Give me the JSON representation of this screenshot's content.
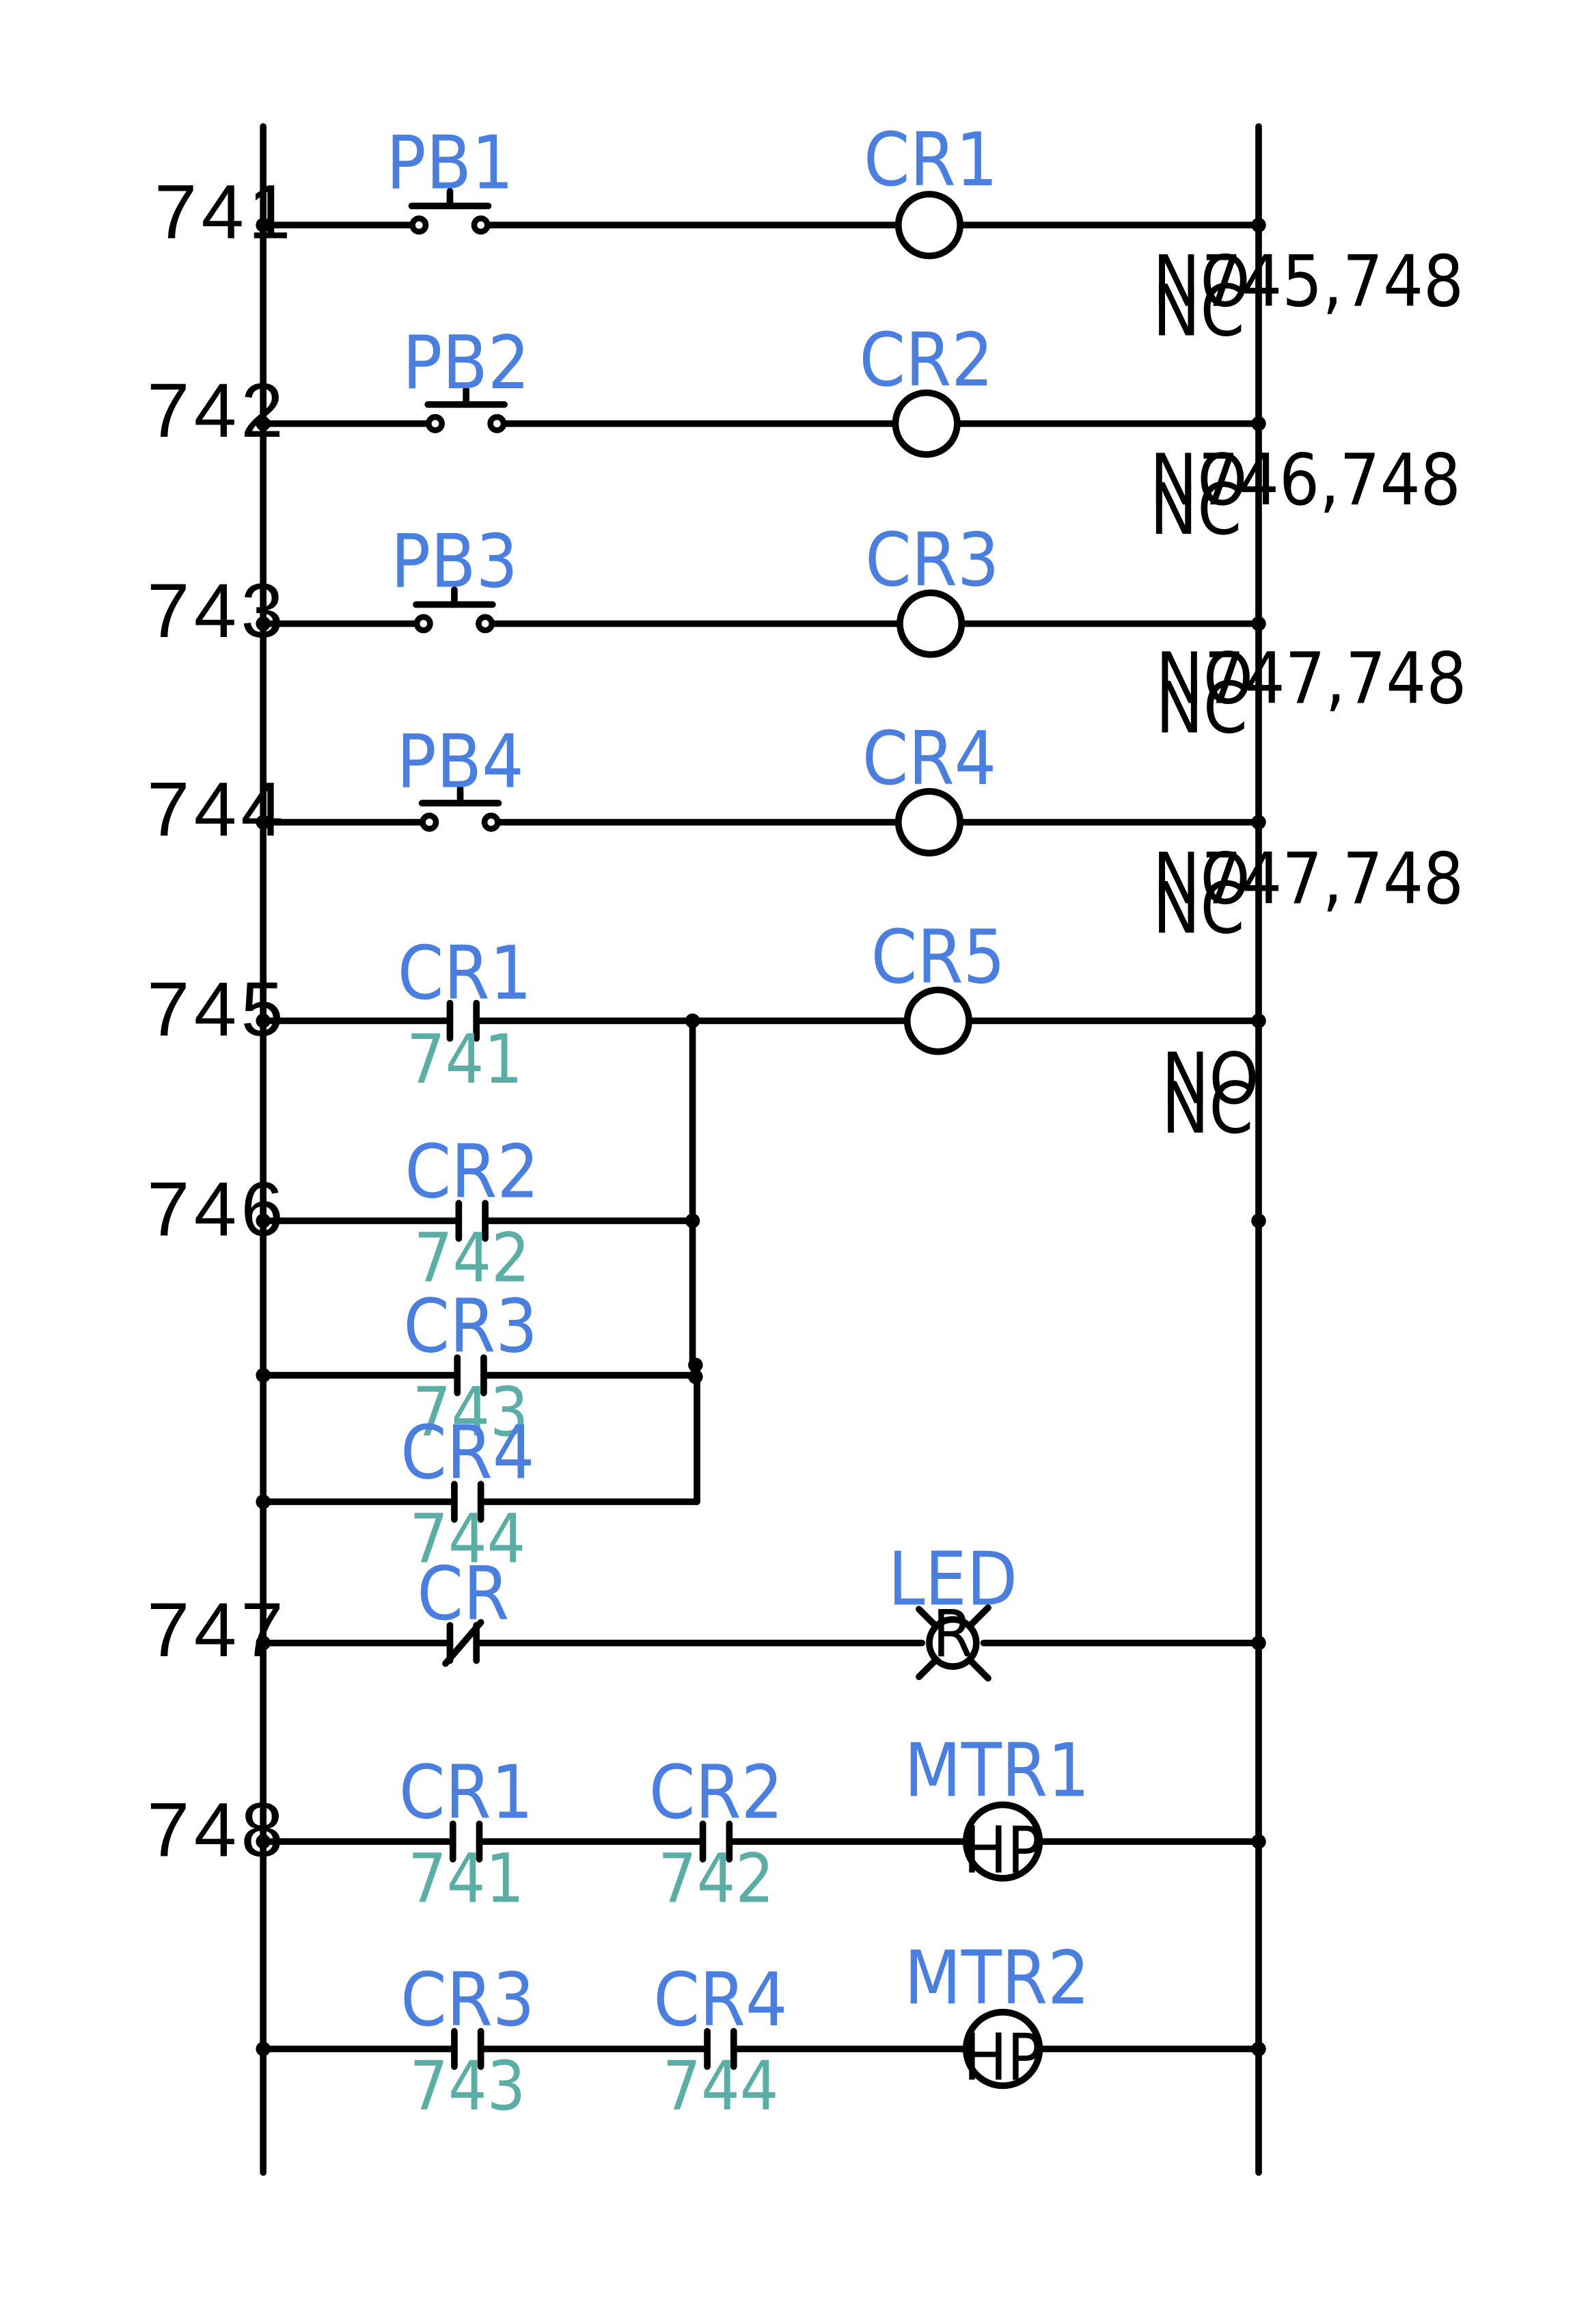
{
  "rungs": [
    {
      "number": "741",
      "device": "PB1",
      "coil": "CR1",
      "no_label": "NO",
      "nc_label": "NC",
      "contacts_ref": "745,748"
    },
    {
      "number": "742",
      "device": "PB2",
      "coil": "CR2",
      "no_label": "NO",
      "nc_label": "NC",
      "contacts_ref": "746,748"
    },
    {
      "number": "743",
      "device": "PB3",
      "coil": "CR3",
      "no_label": "NO",
      "nc_label": "NC",
      "contacts_ref": "747,748"
    },
    {
      "number": "744",
      "device": "PB4",
      "coil": "CR4",
      "no_label": "NO",
      "nc_label": "NC",
      "contacts_ref": "747,748"
    }
  ],
  "rung745": {
    "number": "745",
    "coil": "CR5",
    "no_label": "NO",
    "nc_label": "NC",
    "contacts": [
      {
        "name": "CR1",
        "ref": "741"
      },
      {
        "name": "CR2",
        "ref": "742"
      },
      {
        "name": "CR3",
        "ref": "743"
      },
      {
        "name": "CR4",
        "ref": "744"
      }
    ]
  },
  "rung746": {
    "number": "746"
  },
  "rung747": {
    "number": "747",
    "contact": "CR",
    "light_label": "LED",
    "light_letter": "R"
  },
  "rung748": {
    "number": "748",
    "line1": {
      "contact_a": "CR1",
      "ref_a": "741",
      "contact_b": "CR2",
      "ref_b": "742",
      "motor": "MTR1",
      "motor_text": "HP"
    },
    "line2": {
      "contact_a": "CR3",
      "ref_a": "743",
      "contact_b": "CR4",
      "ref_b": "744",
      "motor": "MTR2",
      "motor_text": "HP"
    }
  }
}
